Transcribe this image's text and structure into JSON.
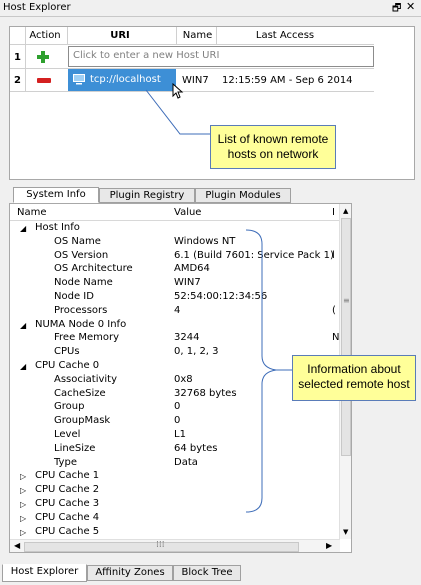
{
  "window": {
    "title": "Host Explorer",
    "pin_glyph": "🗗",
    "close_glyph": "✕"
  },
  "grid": {
    "headers": [
      "Action",
      "URI",
      "Name",
      "Last Access"
    ],
    "rows": [
      {
        "num": "1",
        "action_icon": "add-icon",
        "placeholder": "Click to enter a new Host URI"
      },
      {
        "num": "2",
        "action_icon": "remove-icon",
        "uri": "tcp://localhost",
        "name": "WIN7",
        "last_access": "12:15:59 AM - Sep 6 2014"
      }
    ]
  },
  "callouts": {
    "hosts": [
      "List of known remote",
      "hosts on network"
    ],
    "info": [
      "Information about",
      "selected remote host"
    ]
  },
  "tabs": [
    "System Info",
    "Plugin Registry",
    "Plugin Modules"
  ],
  "tree": {
    "headers": {
      "name": "Name",
      "value": "Value",
      "extra": "I"
    },
    "rows": [
      {
        "n": "Host Info",
        "v": "",
        "indent": 0,
        "twisty": "◢"
      },
      {
        "n": "OS Name",
        "v": "Windows NT",
        "indent": 1
      },
      {
        "n": "OS Version",
        "v": "6.1 (Build 7601: Service Pack 1)",
        "indent": 1
      },
      {
        "n": "OS Architecture",
        "v": "AMD64",
        "indent": 1
      },
      {
        "n": "Node Name",
        "v": "WIN7",
        "indent": 1
      },
      {
        "n": "Node ID",
        "v": "52:54:00:12:34:56",
        "indent": 1
      },
      {
        "n": "Processors",
        "v": "4",
        "indent": 1
      },
      {
        "n": "NUMA Node 0 Info",
        "v": "",
        "indent": 0,
        "twisty": "◢"
      },
      {
        "n": "Free Memory",
        "v": "3244",
        "indent": 1
      },
      {
        "n": "CPUs",
        "v": "0, 1, 2, 3",
        "indent": 1
      },
      {
        "n": "CPU Cache 0",
        "v": "",
        "indent": 0,
        "twisty": "◢"
      },
      {
        "n": "Associativity",
        "v": "0x8",
        "indent": 1
      },
      {
        "n": "CacheSize",
        "v": "32768 bytes",
        "indent": 1
      },
      {
        "n": "Group",
        "v": "0",
        "indent": 1
      },
      {
        "n": "GroupMask",
        "v": "0",
        "indent": 1
      },
      {
        "n": "Level",
        "v": "L1",
        "indent": 1
      },
      {
        "n": "LineSize",
        "v": "64 bytes",
        "indent": 1
      },
      {
        "n": "Type",
        "v": "Data",
        "indent": 1
      },
      {
        "n": "CPU Cache 1",
        "v": "",
        "indent": 0,
        "twisty": "▷"
      },
      {
        "n": "CPU Cache 2",
        "v": "",
        "indent": 0,
        "twisty": "▷"
      },
      {
        "n": "CPU Cache 3",
        "v": "",
        "indent": 0,
        "twisty": "▷"
      },
      {
        "n": "CPU Cache 4",
        "v": "",
        "indent": 0,
        "twisty": "▷"
      },
      {
        "n": "CPU Cache 5",
        "v": "",
        "indent": 0,
        "twisty": "▷"
      }
    ],
    "extra_col": [
      {
        "row": 2,
        "text": "l"
      },
      {
        "row": 6,
        "text": "("
      },
      {
        "row": 8,
        "text": "N"
      }
    ]
  },
  "bottom_tabs": [
    "Host Explorer",
    "Affinity Zones",
    "Block Tree"
  ],
  "colors": {
    "accent": "#3d8fd6",
    "callout_bg": "#ffff99",
    "callout_border": "#5a7cb8",
    "add": "#2ea02e",
    "remove": "#d42020"
  }
}
